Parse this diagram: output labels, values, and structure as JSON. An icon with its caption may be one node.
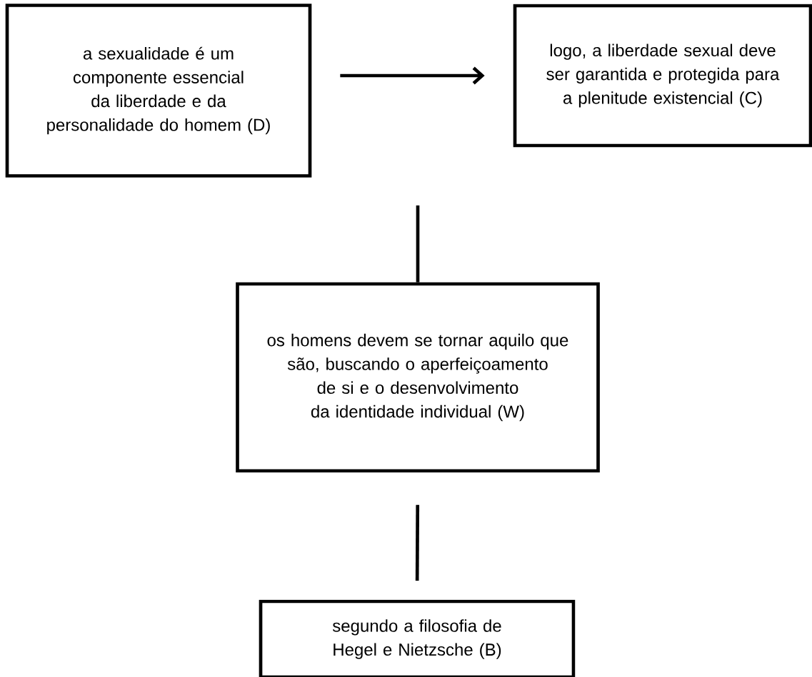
{
  "diagram": {
    "nodes": [
      {
        "text": [
          "a sexualidade é um componente essencial da liberdade e da personalidade do homem (D)"
        ]
      },
      {
        "text": [
          "logo, a liberdade sexual deve ser garantida e protegida para a plenitude existencial (C)"
        ]
      },
      {
        "text": [
          "os homens devem se tornar aquilo que são, buscando o aperfeiçoamento de si e o desenvolvimento da identidade individual (W)"
        ]
      },
      {
        "text": [
          "segundo a filosofia de Hegel e Nietzsche (B)"
        ]
      }
    ],
    "edges": [
      {
        "from": 0,
        "to": 1,
        "arrow": "to"
      },
      {
        "from": null,
        "to": 2,
        "arrow": "none"
      },
      {
        "from": 2,
        "to": 3,
        "arrow": "none"
      }
    ]
  }
}
